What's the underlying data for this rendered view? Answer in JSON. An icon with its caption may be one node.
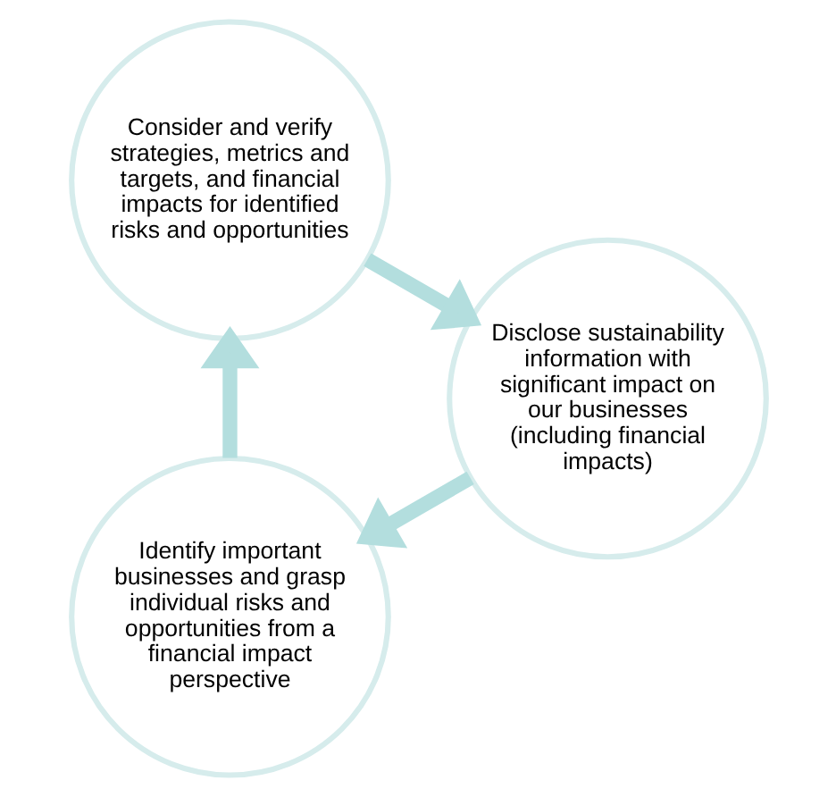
{
  "diagram": {
    "nodes": [
      {
        "text": [
          "Identify important businesses and grasp individual risks and opportunities from a financial impact perspective"
        ]
      },
      {
        "text": [
          "Consider and verify strategies, metrics and targets, and financial impacts for identified risks and opportunities"
        ]
      },
      {
        "text": [
          "Disclose sustainability information with significant impact on our businesses (including financial impacts)"
        ]
      }
    ],
    "edges": [
      {
        "from": 0,
        "to": 1,
        "arrow": "to"
      },
      {
        "from": 1,
        "to": 2,
        "arrow": "to"
      },
      {
        "from": 2,
        "to": 0,
        "arrow": "to"
      }
    ]
  }
}
